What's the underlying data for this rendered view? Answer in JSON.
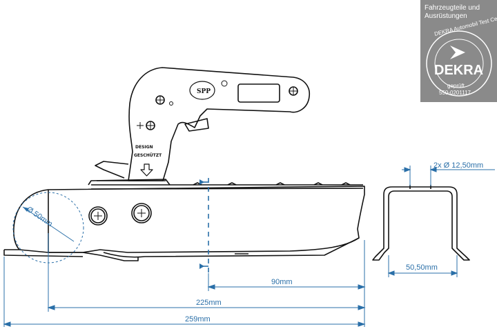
{
  "badge": {
    "line1": "Fahrzeugteile und",
    "line2": "Ausrüstungen",
    "logo": "DEKRA",
    "ring_top": "DEKRA Automobil Test Center",
    "ring_bottom_1": "geprüft",
    "ring_bottom_2": "550-0201117"
  },
  "drawing": {
    "design_1": "DESIGN",
    "design_2": "GESCHÜTZT",
    "brand_logo": "SPP"
  },
  "dimensions": {
    "ball_diameter": "Ø 50mm",
    "hole_spacing": "90mm",
    "length_225": "225mm",
    "length_259": "259mm",
    "bolt_holes": "2x Ø 12,50mm",
    "profile_width": "50,50mm"
  },
  "colors": {
    "dimension_line": "#2a6fa8",
    "outline": "#111111",
    "badge_bg": "#8a8a8a"
  }
}
